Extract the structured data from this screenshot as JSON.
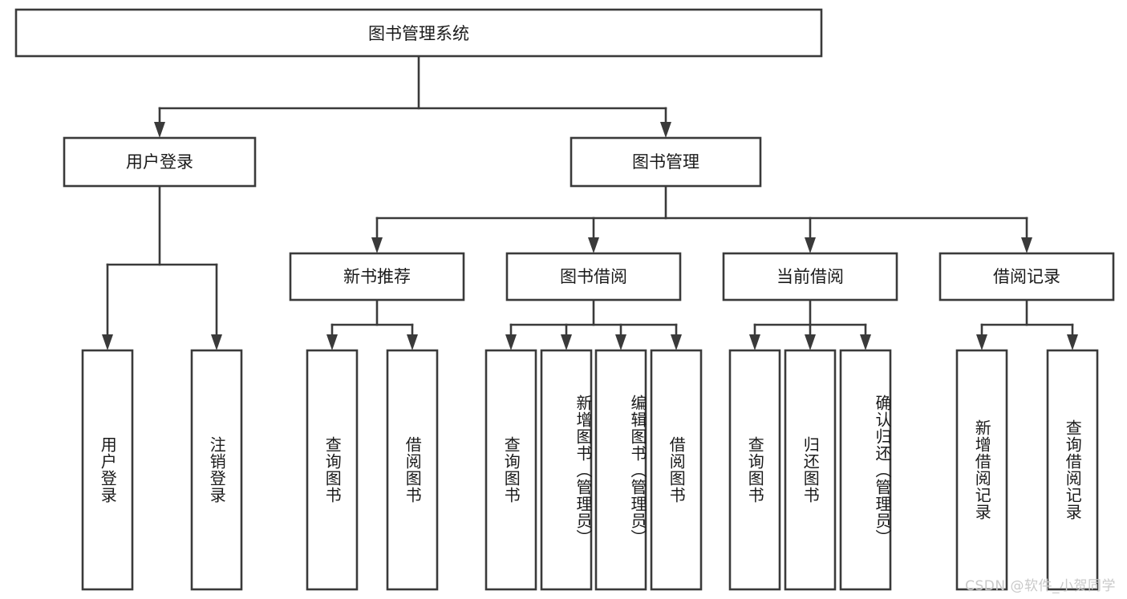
{
  "diagram": {
    "type": "tree-hierarchy-chart",
    "title_node": {
      "label": "图书管理系统"
    },
    "level2": [
      {
        "id": "user-login",
        "label": "用户登录"
      },
      {
        "id": "book-management",
        "label": "图书管理"
      }
    ],
    "level3": [
      {
        "id": "new-book-recommend",
        "label": "新书推荐",
        "parent": "book-management"
      },
      {
        "id": "book-borrow",
        "label": "图书借阅",
        "parent": "book-management"
      },
      {
        "id": "current-borrow",
        "label": "当前借阅",
        "parent": "book-management"
      },
      {
        "id": "borrow-record",
        "label": "借阅记录",
        "parent": "book-management"
      }
    ],
    "leaves": [
      {
        "id": "leaf-user-login",
        "label": "用户登录",
        "parent": "user-login"
      },
      {
        "id": "leaf-logout-login",
        "label": "注销登录",
        "parent": "user-login"
      },
      {
        "id": "leaf-query-book-1",
        "label": "查询图书",
        "parent": "new-book-recommend"
      },
      {
        "id": "leaf-borrow-book-1",
        "label": "借阅图书",
        "parent": "new-book-recommend"
      },
      {
        "id": "leaf-query-book-2",
        "label": "查询图书",
        "parent": "book-borrow"
      },
      {
        "id": "leaf-add-book",
        "label": "新增图书（管理员）",
        "parent": "book-borrow"
      },
      {
        "id": "leaf-edit-book",
        "label": "编辑图书（管理员）",
        "parent": "book-borrow"
      },
      {
        "id": "leaf-borrow-book-2",
        "label": "借阅图书",
        "parent": "book-borrow"
      },
      {
        "id": "leaf-query-book-3",
        "label": "查询图书",
        "parent": "current-borrow"
      },
      {
        "id": "leaf-return-book",
        "label": "归还图书",
        "parent": "current-borrow"
      },
      {
        "id": "leaf-confirm-return",
        "label": "确认归还（管理员）",
        "parent": "current-borrow"
      },
      {
        "id": "leaf-add-record",
        "label": "新增借阅记录",
        "parent": "borrow-record"
      },
      {
        "id": "leaf-query-record",
        "label": "查询借阅记录",
        "parent": "borrow-record"
      }
    ],
    "colors": {
      "stroke": "#3a3a3a",
      "fill": "#ffffff",
      "text": "#1a1a1a",
      "background": "#ffffff",
      "watermark": "#c9c9c9"
    }
  },
  "watermark": {
    "text": "CSDN @软件_小贺同学"
  }
}
